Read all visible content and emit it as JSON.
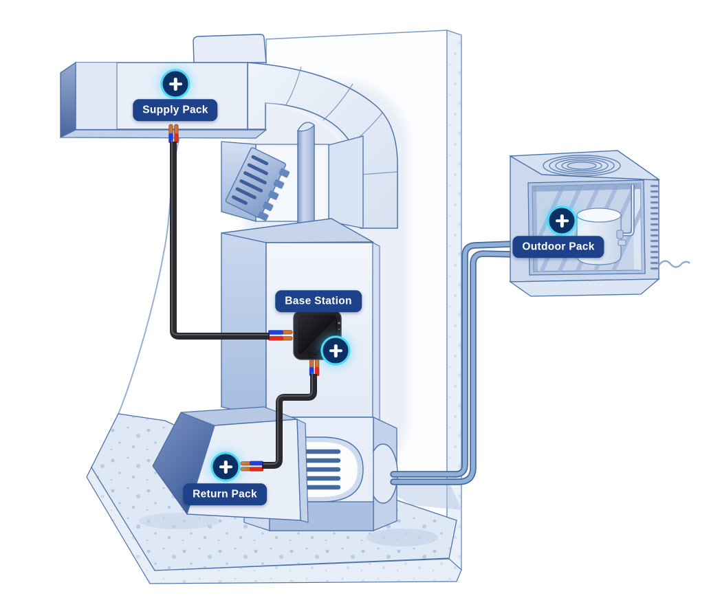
{
  "diagram": {
    "name": "HVAC system installation diagram",
    "hotspots": [
      {
        "id": "supply-pack",
        "label": "Supply Pack"
      },
      {
        "id": "base-station",
        "label": "Base Station"
      },
      {
        "id": "return-pack",
        "label": "Return Pack"
      },
      {
        "id": "outdoor-pack",
        "label": "Outdoor Pack"
      }
    ],
    "icons": {
      "add": "plus-icon"
    },
    "colors": {
      "label_background": "#1e4289",
      "label_text": "#ffffff",
      "add_button_background": "#0d3064",
      "add_button_glow": "#4fd7f9",
      "outline": "#4d72a8",
      "fill_light": "#e7eef9",
      "fill_mid": "#c7d6ec",
      "fill_dark": "#8fa9cf",
      "cable": "#28282e",
      "wire_blue": "#2040d6",
      "wire_red": "#dd2d1e",
      "wire_copper": "#cd7434",
      "pipe": "#8fafd6",
      "background": "#ffffff"
    }
  }
}
